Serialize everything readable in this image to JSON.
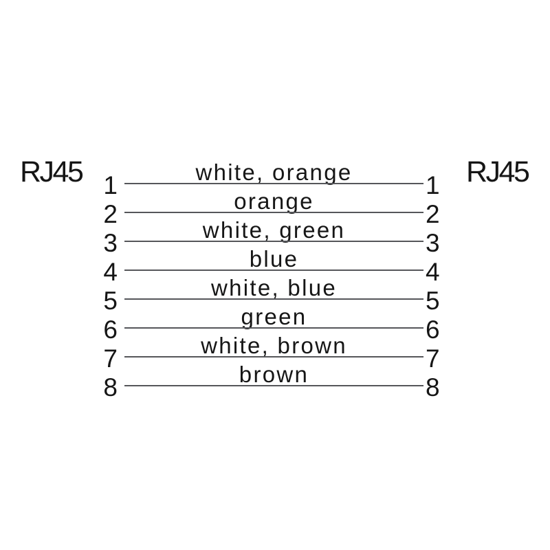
{
  "diagram": {
    "type": "rj45-pinout-wiring",
    "left_connector_label": "RJ45",
    "right_connector_label": "RJ45",
    "wires": [
      {
        "left_pin": "1",
        "right_pin": "1",
        "color_label": "white, orange"
      },
      {
        "left_pin": "2",
        "right_pin": "2",
        "color_label": "orange"
      },
      {
        "left_pin": "3",
        "right_pin": "3",
        "color_label": "white, green"
      },
      {
        "left_pin": "4",
        "right_pin": "4",
        "color_label": "blue"
      },
      {
        "left_pin": "5",
        "right_pin": "5",
        "color_label": "white, blue"
      },
      {
        "left_pin": "6",
        "right_pin": "6",
        "color_label": "green"
      },
      {
        "left_pin": "7",
        "right_pin": "7",
        "color_label": "white, brown"
      },
      {
        "left_pin": "8",
        "right_pin": "8",
        "color_label": "brown"
      }
    ],
    "colors": {
      "background": "#ffffff",
      "text": "#161616",
      "wire_line": "#55565a"
    }
  }
}
